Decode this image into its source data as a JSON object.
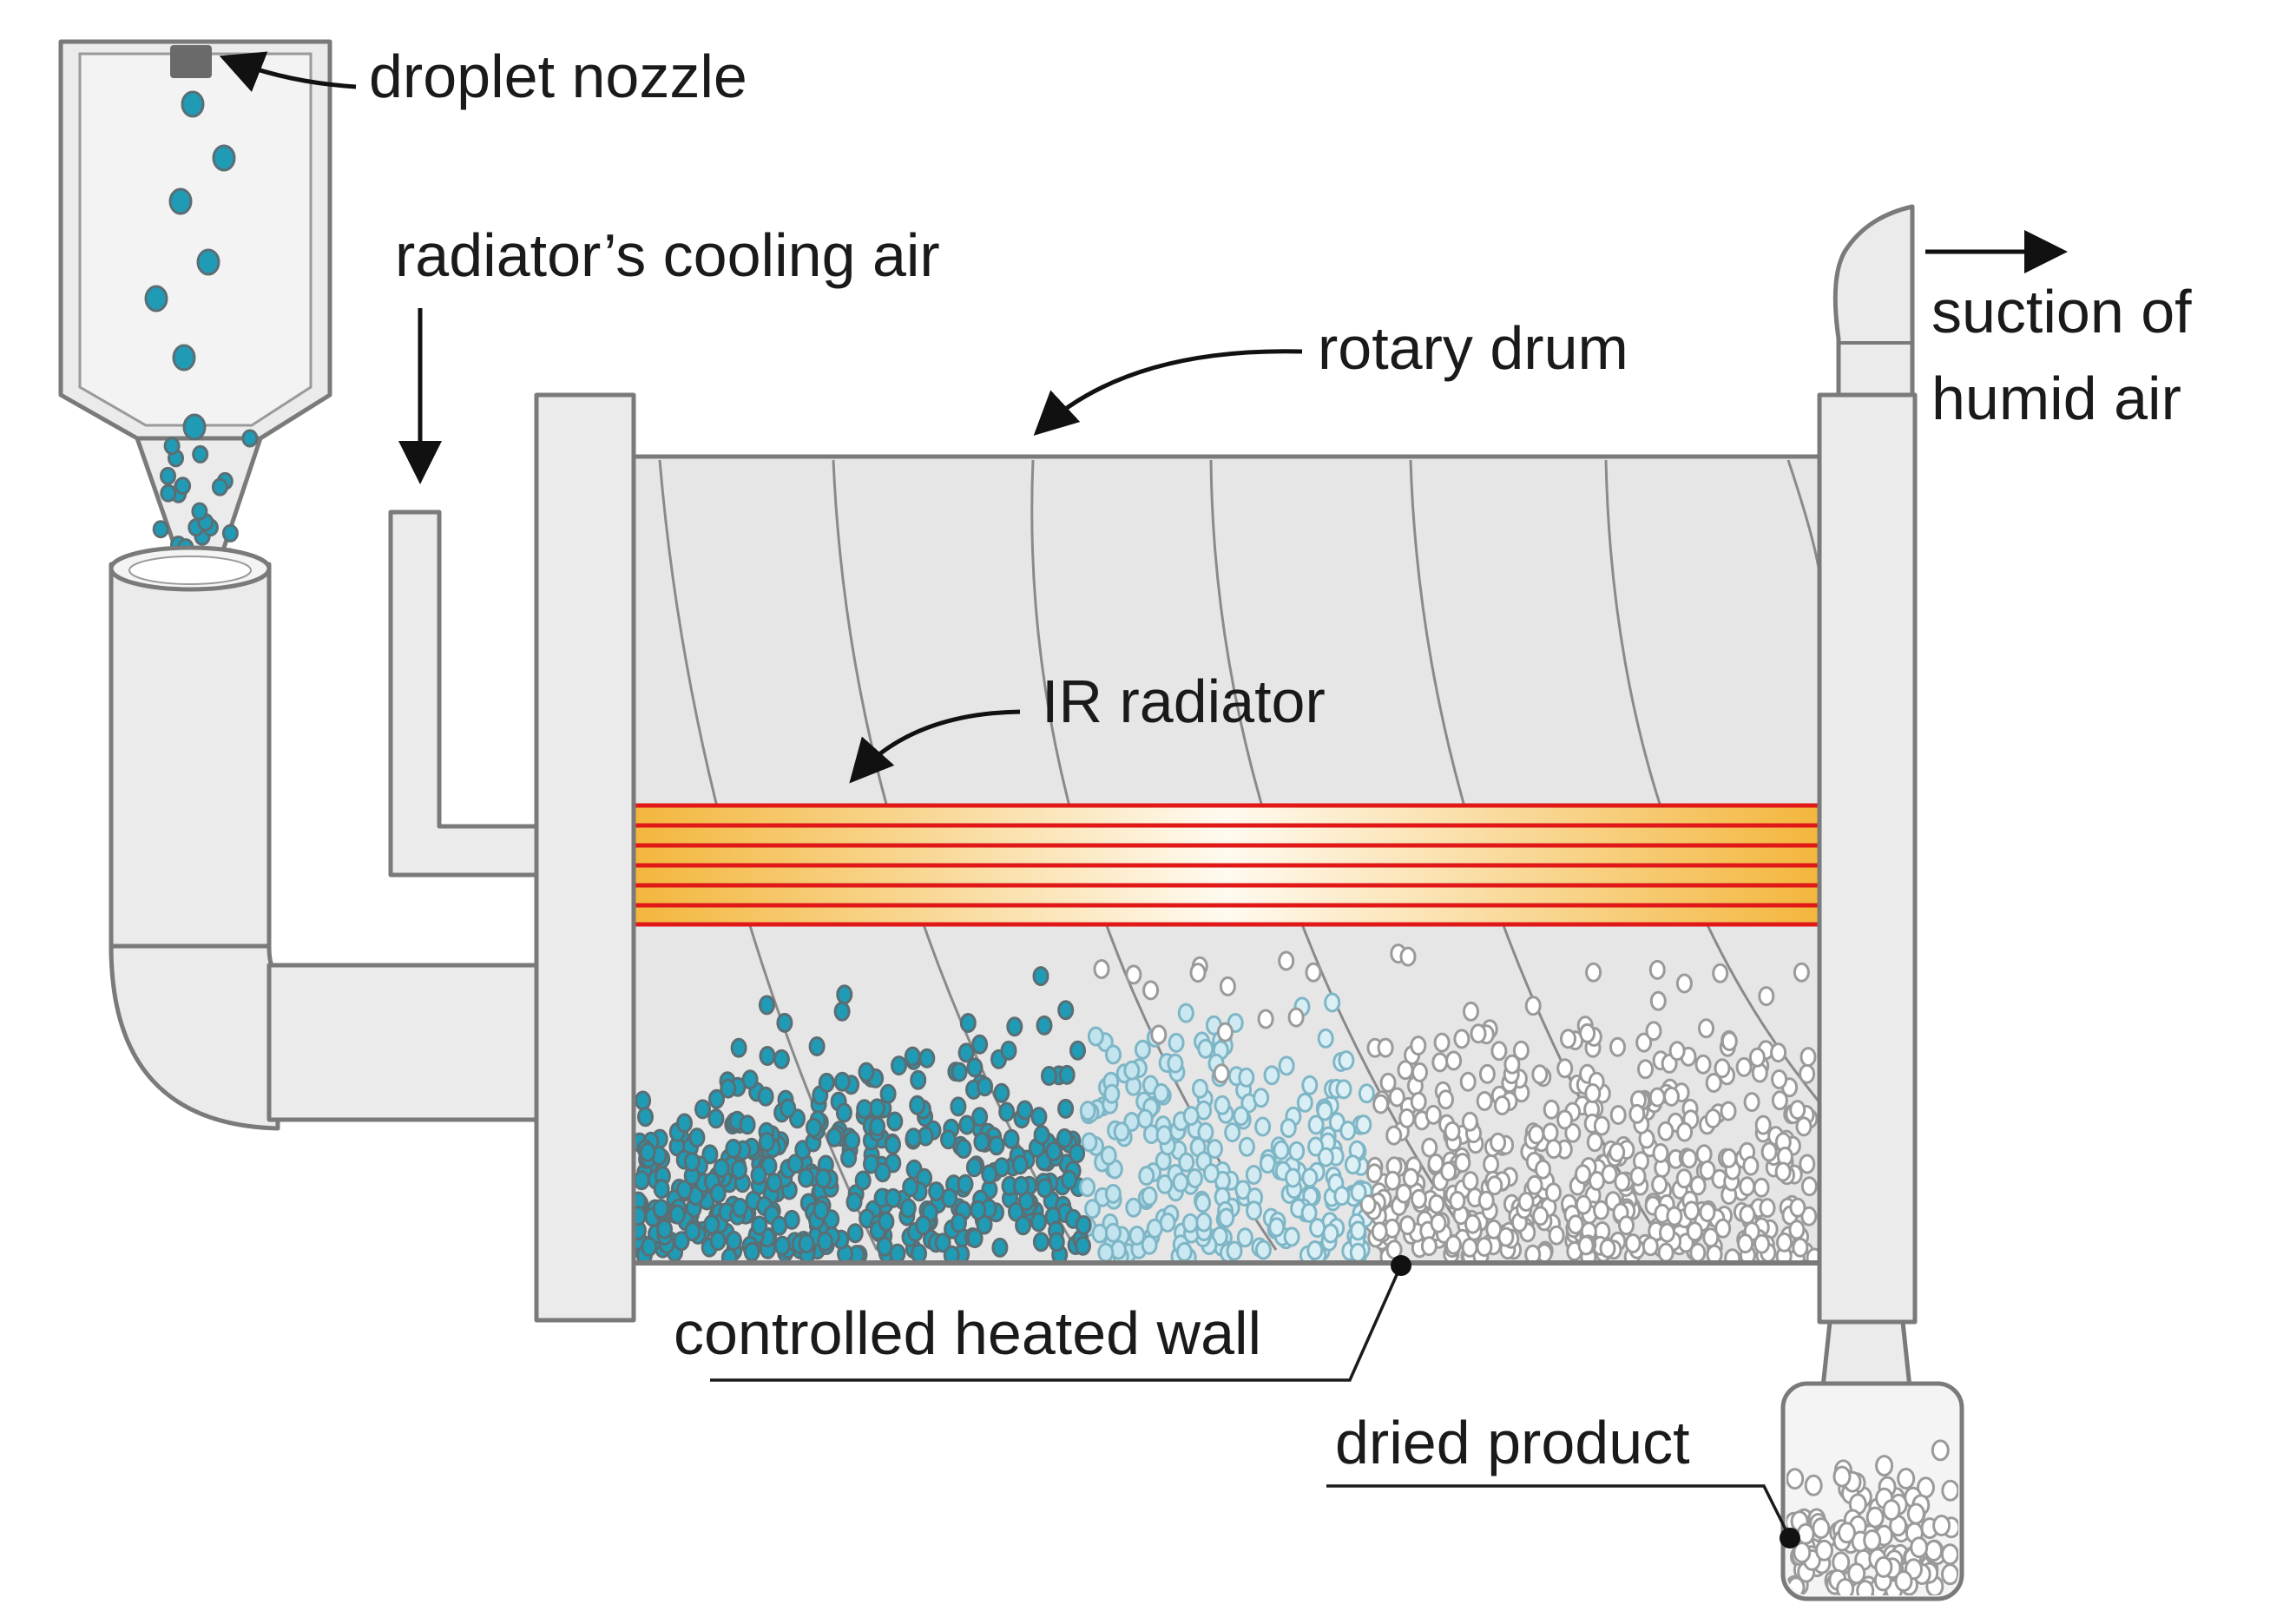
{
  "labels": {
    "droplet_nozzle": "droplet nozzle",
    "cooling_air": "radiator’s cooling air",
    "rotary_drum": "rotary drum",
    "suction_line1": "suction of",
    "suction_line2": "humid air",
    "ir_radiator": "IR radiator",
    "heated_wall": "controlled heated wall",
    "dried_product": "dried product"
  },
  "colors": {
    "equipment_fill": "#ebebeb",
    "equipment_stroke": "#7a7a7a",
    "wet_particle": "#1f9bb5",
    "wet_particle_edge": "#5a6e74",
    "semi_dry_particle": "#bfe3ee",
    "dry_particle": "#ffffff",
    "radiator_red": "#e01818",
    "radiator_yellow": "#f7c85a",
    "text": "#1a1a1a"
  }
}
